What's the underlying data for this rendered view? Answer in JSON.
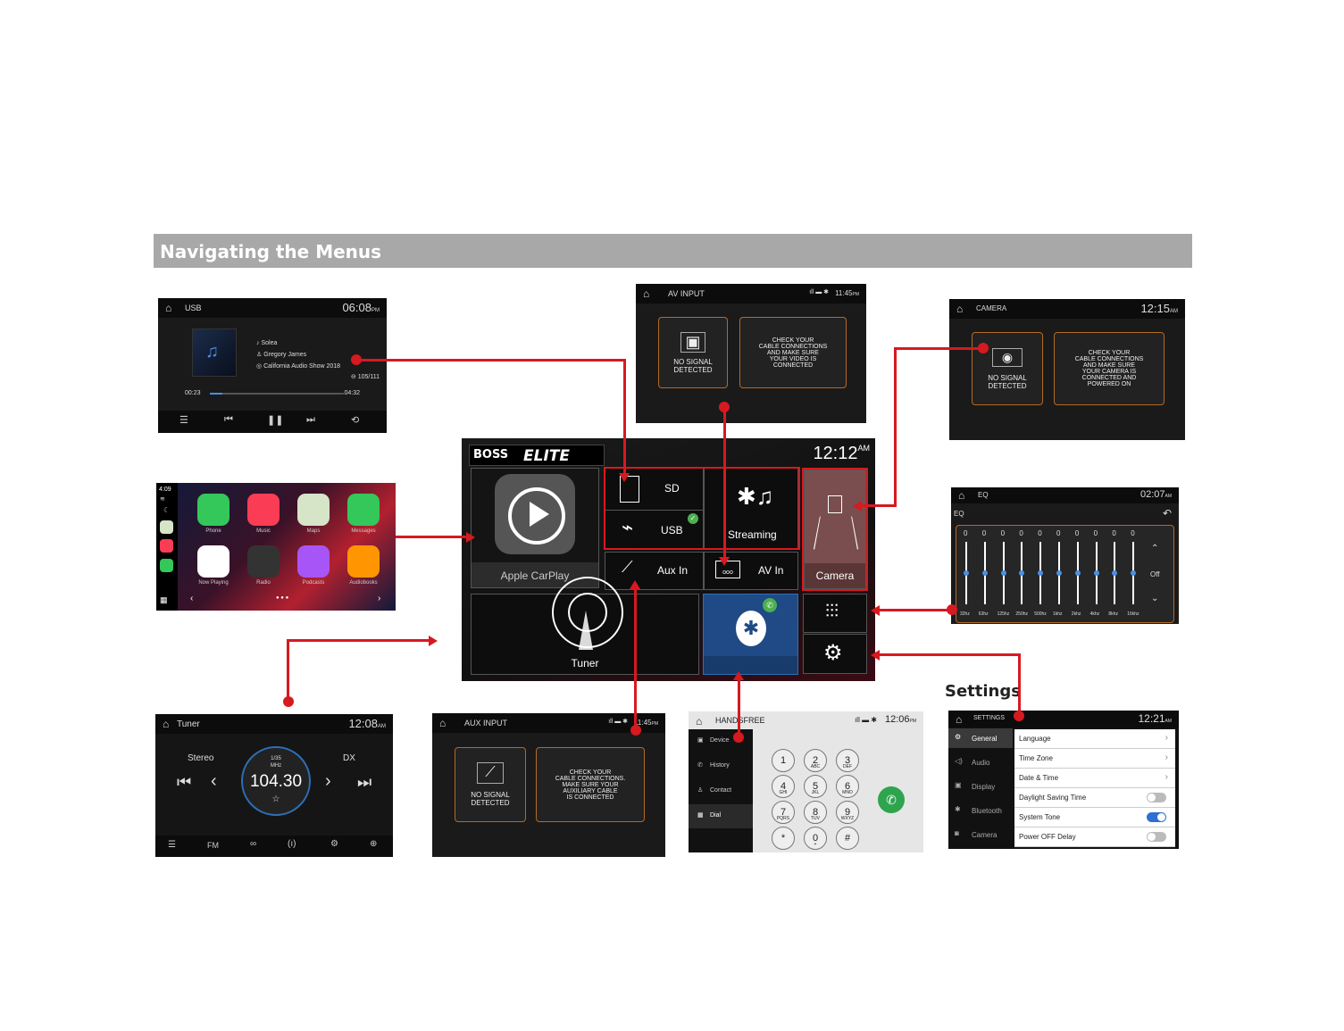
{
  "banner": {
    "title": "Navigating the Menus"
  },
  "usb": {
    "title": "USB",
    "clock": "06:08",
    "ampm": "PM",
    "song": "Solea",
    "artist": "Gregory James",
    "album": "California Audio Show 2018",
    "track": "105/111",
    "elapsed": "00:23",
    "total": "04:32",
    "progress": 0.09
  },
  "carplay": {
    "time": "4:09",
    "apps": [
      {
        "label": "Phone",
        "color": "#34c759"
      },
      {
        "label": "Music",
        "color": "#fa3d55"
      },
      {
        "label": "Maps",
        "color": "#d6e4c8"
      },
      {
        "label": "Messages",
        "color": "#34c759"
      },
      {
        "label": "Now Playing",
        "color": "#ffffff"
      },
      {
        "label": "Radio",
        "color": "#333333"
      },
      {
        "label": "Podcasts",
        "color": "#a855f7"
      },
      {
        "label": "Audiobooks",
        "color": "#ff9500"
      }
    ]
  },
  "tuner": {
    "title": "Tuner",
    "clock": "12:08",
    "ampm": "AM",
    "stereo": "Stereo",
    "dx": "DX",
    "preset": "1/35",
    "unit": "MHz",
    "freq": "104.30",
    "band": "FM"
  },
  "avinput": {
    "title": "AV INPUT",
    "clock": "11:45",
    "ampm": "PM",
    "nosignal": "NO SIGNAL\nDETECTED",
    "msg": "CHECK YOUR\nCABLE CONNECTIONS\nAND MAKE SURE\nYOUR VIDEO IS\nCONNECTED"
  },
  "camera": {
    "title": "CAMERA",
    "clock": "12:15",
    "ampm": "AM",
    "nosignal": "NO SIGNAL\nDETECTED",
    "msg": "CHECK YOUR\nCABLE CONNECTIONS\nAND MAKE SURE\nYOUR CAMERA IS\nCONNECTED  AND\nPOWERED ON"
  },
  "eq": {
    "title": "EQ",
    "clock": "02:07",
    "ampm": "AM",
    "label": "EQ",
    "mode": "Off",
    "bands": [
      "32hz",
      "63hz",
      "125hz",
      "250hz",
      "500hz",
      "1khz",
      "2khz",
      "4khz",
      "8khz",
      "16khz"
    ],
    "values": [
      "0",
      "0",
      "0",
      "0",
      "0",
      "0",
      "0",
      "0",
      "0",
      "0"
    ]
  },
  "main": {
    "logo": "BOSS",
    "logo2": "ELITE",
    "clock": "12:12",
    "ampm": "AM",
    "carplay": "Apple CarPlay",
    "sd": "SD",
    "usb": "USB",
    "streaming": "Streaming",
    "camera": "Camera",
    "aux": "Aux In",
    "av": "AV In",
    "tuner": "Tuner"
  },
  "aux": {
    "title": "AUX INPUT",
    "clock": "11:45",
    "ampm": "PM",
    "nosignal": "NO SIGNAL\nDETECTED",
    "msg": "CHECK YOUR\nCABLE CONNECTIONS.\nMAKE SURE YOUR\nAUXILIARY CABLE\nIS CONNECTED"
  },
  "handsfree": {
    "title": "HANDSFREE",
    "clock": "12:06",
    "ampm": "PM",
    "menu": [
      "Device",
      "History",
      "Contact",
      "Dial"
    ],
    "keys": [
      [
        "1",
        ""
      ],
      [
        "2",
        "ABC"
      ],
      [
        "3",
        "DEF"
      ],
      [
        "4",
        "GHI"
      ],
      [
        "5",
        "JKL"
      ],
      [
        "6",
        "MNO"
      ],
      [
        "7",
        "PQRS"
      ],
      [
        "8",
        "TUV"
      ],
      [
        "9",
        "WXYZ"
      ],
      [
        "*",
        ""
      ],
      [
        "0",
        "+"
      ],
      [
        "#",
        ""
      ]
    ]
  },
  "settings": {
    "caption": "Settings",
    "title": "SETTINGS",
    "clock": "12:21",
    "ampm": "AM",
    "menu": [
      "General",
      "Audio",
      "Display",
      "Bluetooth",
      "Camera"
    ],
    "rows": [
      {
        "label": "Language",
        "type": "arrow"
      },
      {
        "label": "Time Zone",
        "type": "arrow"
      },
      {
        "label": "Date & Time",
        "type": "arrow"
      },
      {
        "label": "Daylight Saving Time",
        "type": "toggle",
        "on": false
      },
      {
        "label": "System Tone",
        "type": "toggle",
        "on": true
      },
      {
        "label": "Power OFF Delay",
        "type": "toggle",
        "on": false
      }
    ]
  }
}
